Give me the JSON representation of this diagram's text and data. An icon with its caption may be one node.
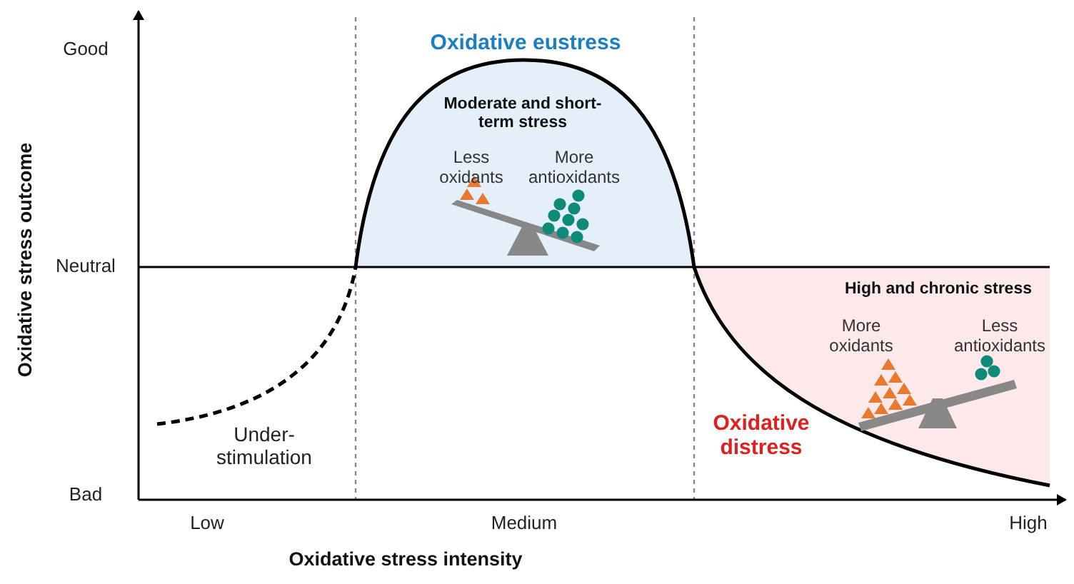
{
  "diagram": {
    "labels": [
      "Oxidative eustress",
      "Good",
      "Moderate and short-term stress",
      "Less oxidants",
      "More antioxidants",
      "Neutral",
      "High and chronic stress",
      "More oxidants",
      "Less antioxidants",
      "Under-stimulation",
      "Oxidative distress",
      "Bad",
      "Low",
      "Medium",
      "High",
      "Oxidative stress intensity",
      "Oxidative stress outcome"
    ]
  }
}
